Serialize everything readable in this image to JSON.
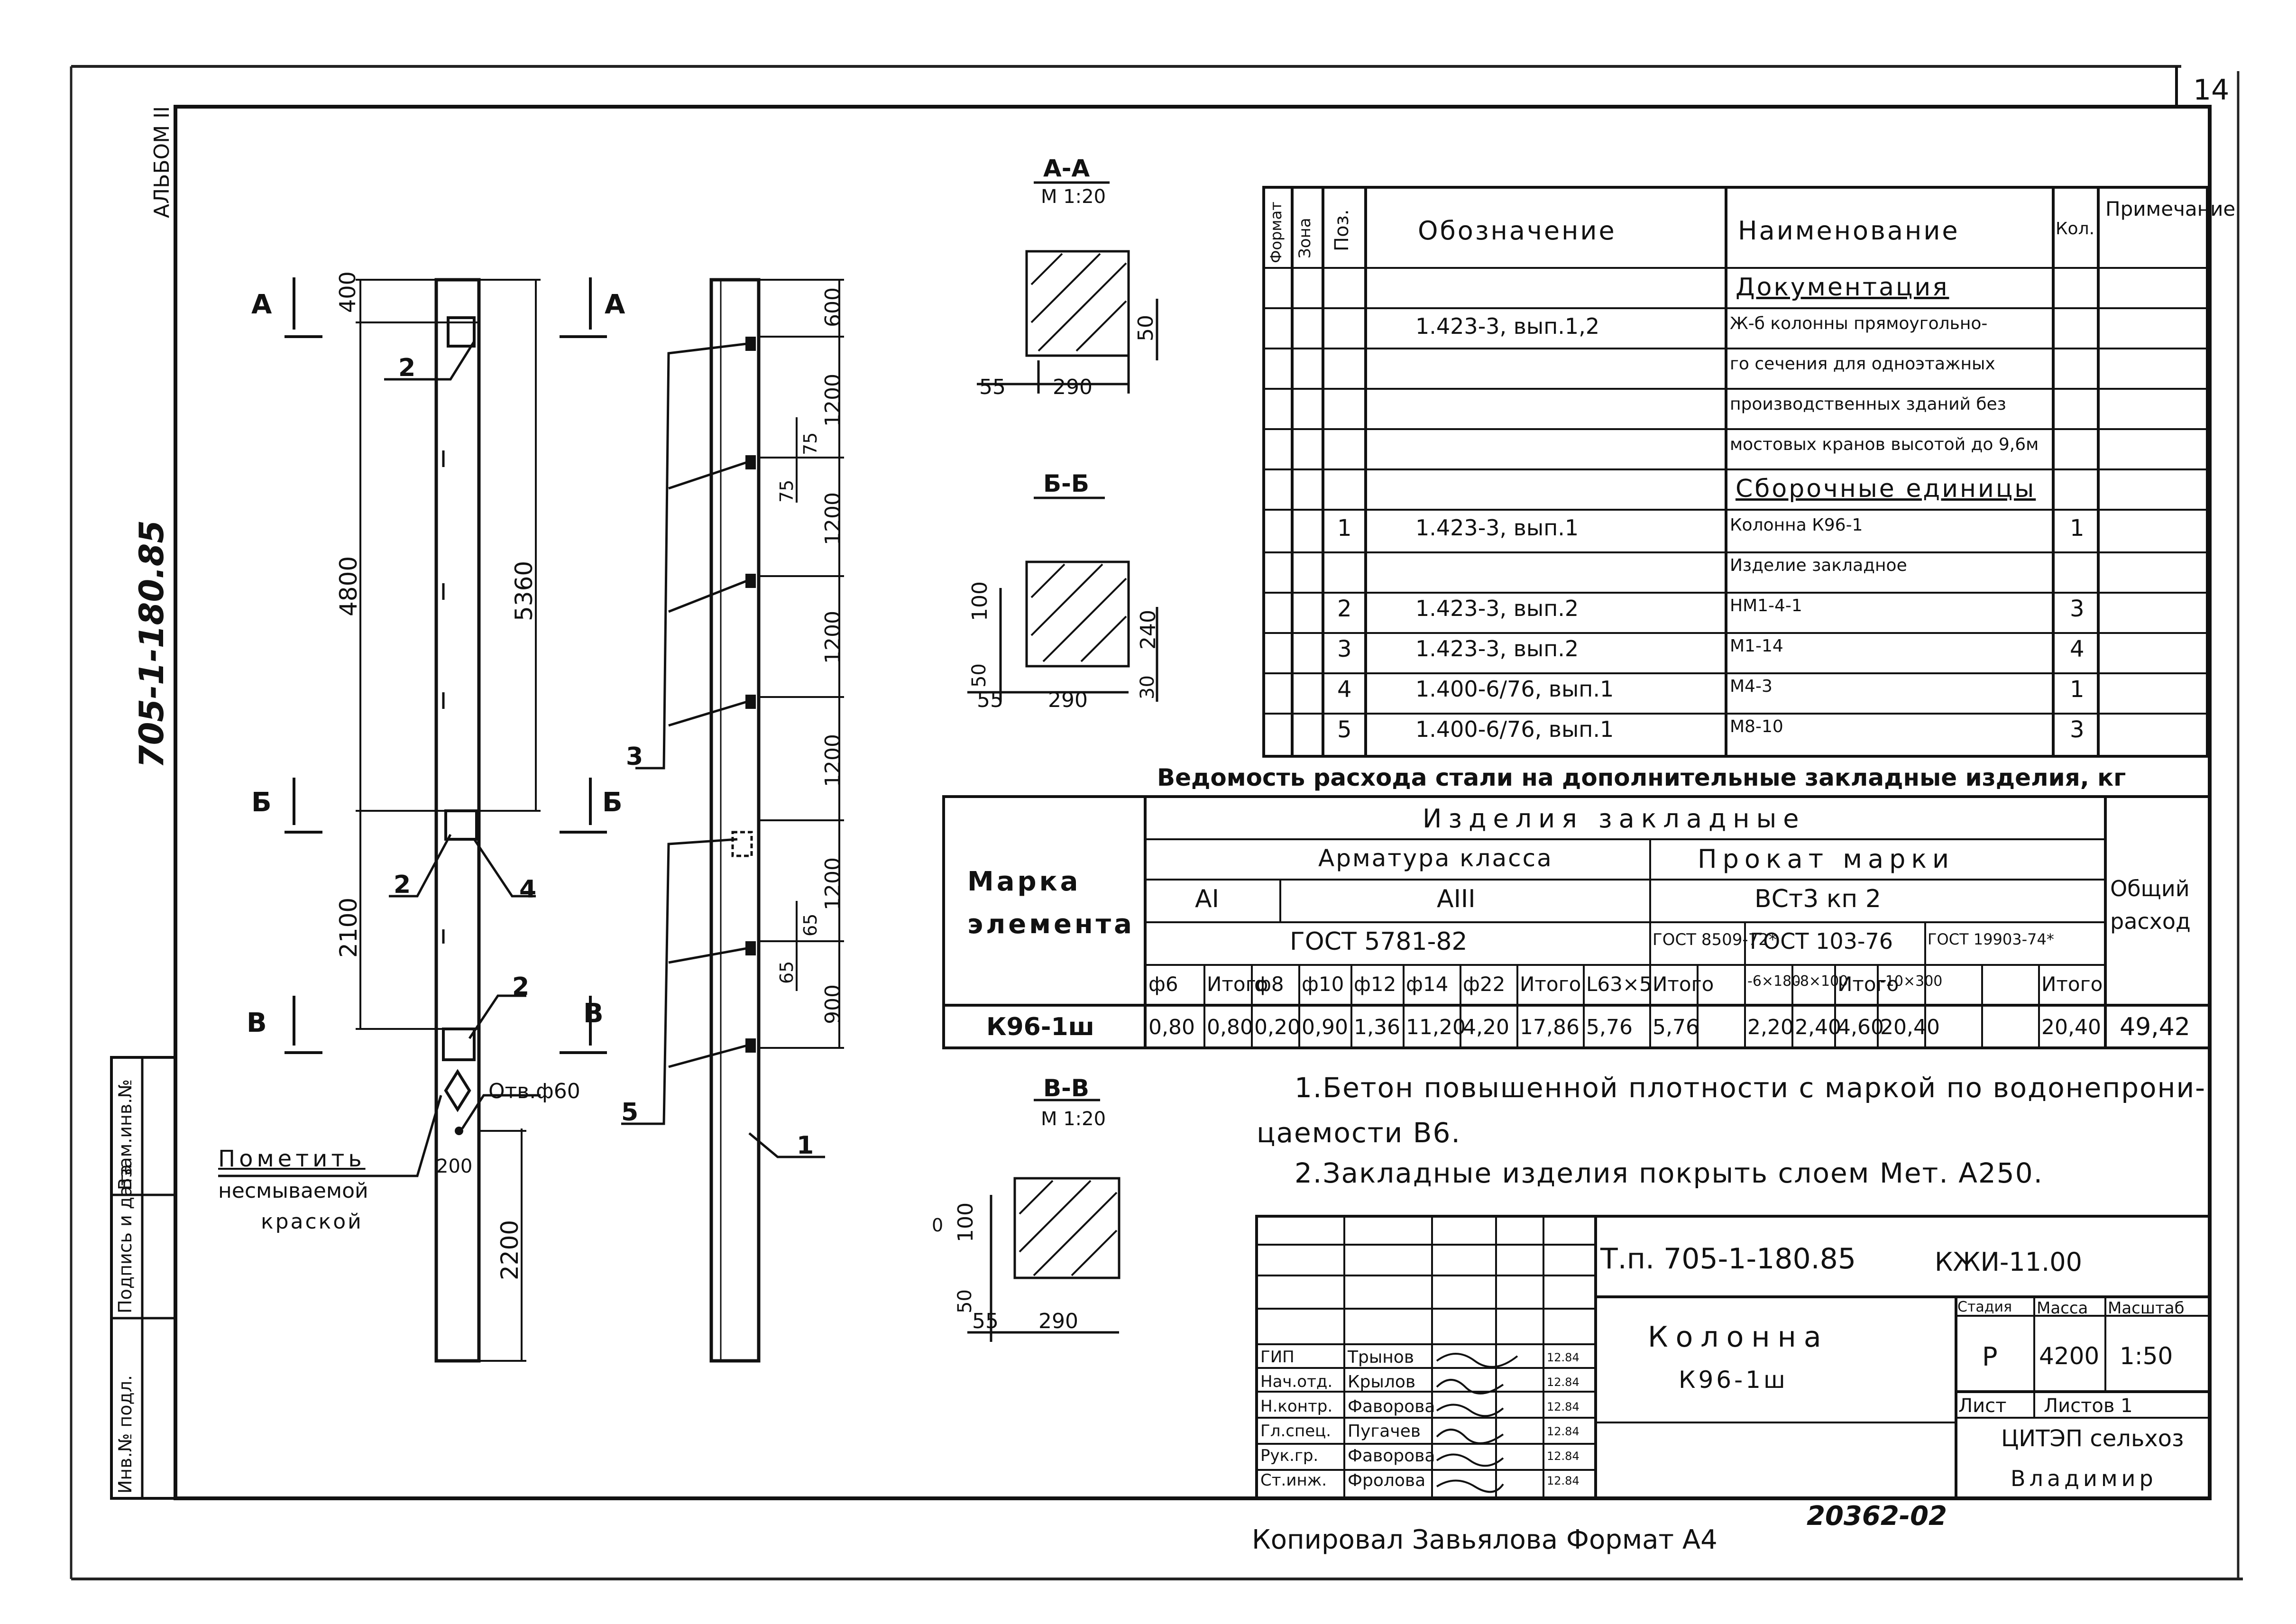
{
  "sheet": {
    "number": "14",
    "album": "АЛЬБОМ II",
    "side_code": "705-1-180.85",
    "bottom_code": "20362-02",
    "copied": "Копировал Завьялова  Формат А4"
  },
  "left_strip": {
    "cells": [
      "Инв.№ подл.",
      "Подпись и дата",
      "Взам.инв.№"
    ]
  },
  "column_views": {
    "section_marks": [
      "А",
      "А",
      "Б",
      "Б",
      "В",
      "В"
    ],
    "dims_left": [
      "400",
      "4800",
      "2100",
      "2200"
    ],
    "dim_5360": "5360",
    "dims_right": [
      "600",
      "1200",
      "1200",
      "1200",
      "1200",
      "1200",
      "900"
    ],
    "small_dims": [
      "75",
      "75",
      "65",
      "65"
    ],
    "hole": "Отв.ф60",
    "hole_dim": "200",
    "pos_labels": [
      "2",
      "2",
      "4",
      "2",
      "3",
      "5",
      "1"
    ],
    "note": [
      "Пометить",
      "несмываемой",
      "краской"
    ]
  },
  "sections": {
    "aa": {
      "title": "А-А",
      "scale": "М 1:20",
      "d55": "55",
      "d290": "290",
      "d50": "50"
    },
    "bb": {
      "title": "Б-Б",
      "d100": "100",
      "d50": "50",
      "d240": "240",
      "d30": "30",
      "d55": "55",
      "d290": "290"
    },
    "vv": {
      "title": "В-В",
      "scale": "М 1:20",
      "d100": "100",
      "d50": "50",
      "d55": "55",
      "d290": "290",
      "d0": "0"
    }
  },
  "spec": {
    "headers": {
      "format": "Формат",
      "zone": "Зона",
      "pos": "Поз.",
      "designation": "Обозначение",
      "name": "Наименование",
      "qty": "Кол.",
      "note": "Примечание"
    },
    "rows": [
      {
        "pos": "",
        "designation": "",
        "name": "Документация",
        "qty": "",
        "section": true
      },
      {
        "pos": "",
        "designation": "1.423-3, вып.1,2",
        "name": "Ж-б колонны прямоугольно-",
        "qty": ""
      },
      {
        "pos": "",
        "designation": "",
        "name": "го сечения для одноэтажных",
        "qty": ""
      },
      {
        "pos": "",
        "designation": "",
        "name": "производственных зданий без",
        "qty": ""
      },
      {
        "pos": "",
        "designation": "",
        "name": "мостовых кранов высотой до 9,6м",
        "qty": ""
      },
      {
        "pos": "",
        "designation": "",
        "name": "Сборочные единицы",
        "qty": "",
        "section": true
      },
      {
        "pos": "1",
        "designation": "1.423-3, вып.1",
        "name": "Колонна К96-1",
        "qty": "1"
      },
      {
        "pos": "",
        "designation": "",
        "name": "Изделие закладное",
        "qty": ""
      },
      {
        "pos": "2",
        "designation": "1.423-3, вып.2",
        "name": "НМ1-4-1",
        "qty": "3"
      },
      {
        "pos": "3",
        "designation": "1.423-3, вып.2",
        "name": "М1-14",
        "qty": "4"
      },
      {
        "pos": "4",
        "designation": "1.400-6/76, вып.1",
        "name": "М4-3",
        "qty": "1"
      },
      {
        "pos": "5",
        "designation": "1.400-6/76, вып.1",
        "name": "М8-10",
        "qty": "3"
      }
    ]
  },
  "steel": {
    "title": "Ведомость расхода стали на дополнительные закладные изделия, кг",
    "marka": "Марка элемента",
    "izdelia": "Изделия закладные",
    "armatura": "Арматура класса",
    "prokat": "Прокат марки",
    "a1": "АI",
    "a3": "АIII",
    "vst": "ВСт3 кп 2",
    "gost5781": "ГОСТ 5781-82",
    "gost8509": "ГОСТ 8509-72*",
    "gost103": "ГОСТ 103-76",
    "gost19903": "ГОСТ 19903-74*",
    "total": "Общий расход",
    "cols": [
      "ф6",
      "Итого",
      "ф8",
      "ф10",
      "ф12",
      "ф14",
      "ф22",
      "Итого",
      "L63×5",
      "Итого",
      "-6×180",
      "-8×100",
      "Итого",
      "-10×300",
      "Итого"
    ],
    "row": {
      "mark": "К96-1ш",
      "values": [
        "0,80",
        "0,80",
        "0,20",
        "0,90",
        "1,36",
        "11,20",
        "4,20",
        "17,86",
        "5,76",
        "5,76",
        "2,20",
        "2,40",
        "4,60",
        "20,40",
        "20,40"
      ],
      "total": "49,42"
    }
  },
  "notes": [
    "1.Бетон повышенной плотности с маркой по водонепрони-",
    "цаемости В6.",
    "2.Закладные изделия покрыть слоем Мет. А250."
  ],
  "title_block": {
    "code": "Т.п. 705-1-180.85",
    "doc": "КЖИ-11.00",
    "name1": "Колонна",
    "name2": "К96-1ш",
    "stage_h": "Стадия",
    "mass_h": "Масса",
    "scale_h": "Масштаб",
    "stage": "Р",
    "mass": "4200",
    "scale": "1:50",
    "sheet": "Лист",
    "sheets": "Листов 1",
    "org1": "ЦИТЭП сельхоз",
    "org2": "Владимир",
    "people": [
      {
        "role": "ГИП",
        "name": "Трынов",
        "date": "12.84"
      },
      {
        "role": "Нач.отд.",
        "name": "Крылов",
        "date": "12.84"
      },
      {
        "role": "Н.контр.",
        "name": "Фаворова",
        "date": "12.84"
      },
      {
        "role": "Гл.спец.",
        "name": "Пугачев",
        "date": "12.84"
      },
      {
        "role": "Рук.гр.",
        "name": "Фаворова",
        "date": "12.84"
      },
      {
        "role": "Ст.инж.",
        "name": "Фролова",
        "date": "12.84"
      }
    ]
  }
}
